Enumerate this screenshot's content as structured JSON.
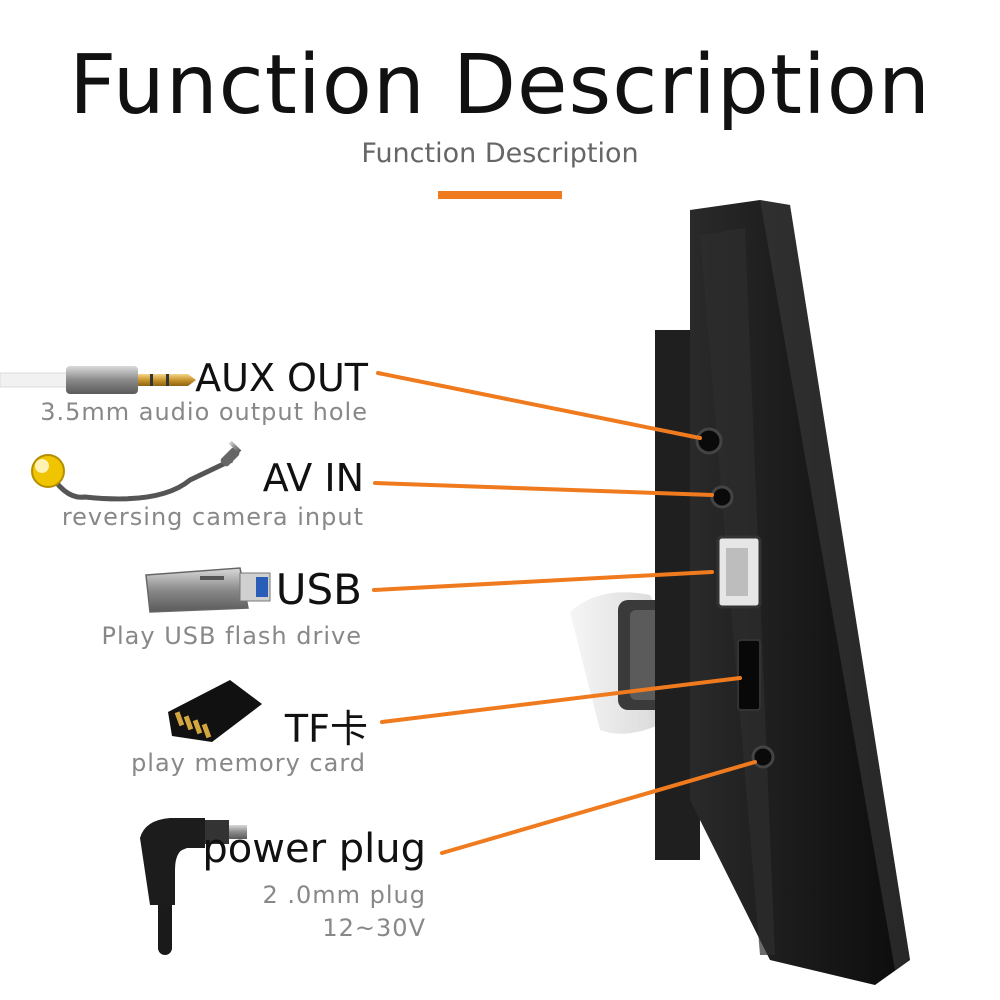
{
  "header": {
    "title": "Function Description",
    "subtitle": "Function Description"
  },
  "colors": {
    "accent": "#f07a1e",
    "title": "#111111",
    "subtitle": "#666666",
    "description": "#888888",
    "device": "#1a1a1a"
  },
  "features": [
    {
      "label": "AUX OUT",
      "description": "3.5mm audio output hole",
      "icon": "audio-jack-icon"
    },
    {
      "label": "AV IN",
      "description": "reversing camera input",
      "icon": "rca-cable-icon"
    },
    {
      "label": "USB",
      "description": "Play USB flash drive",
      "icon": "usb-drive-icon"
    },
    {
      "label": "TF卡",
      "description": "play memory card",
      "icon": "memory-card-icon"
    },
    {
      "label": "power plug",
      "description": "2 .0mm plug",
      "description2": "12~30V",
      "icon": "power-plug-icon"
    }
  ]
}
